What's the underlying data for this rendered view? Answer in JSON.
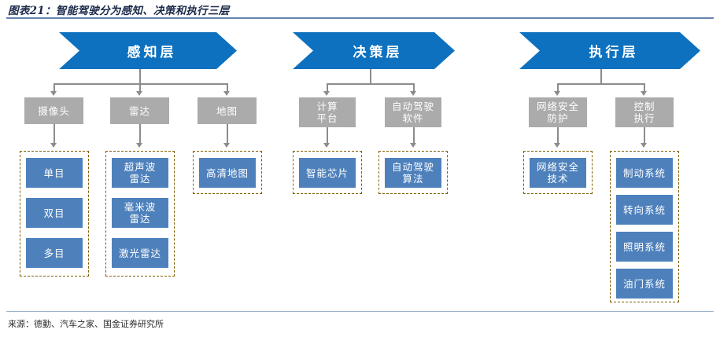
{
  "header": {
    "title": "图表21：智能驾驶分为感知、决策和执行三层"
  },
  "footer": {
    "source": "来源：德勤、汽车之家、国金证券研究所"
  },
  "colors": {
    "banner_blue": "#0d71bf",
    "mid_gray": "#ababab",
    "leaf_blue": "#4e81bc",
    "dashed_border": "#7f6000",
    "connector_gray": "#8c8c8c",
    "title_navy": "#1b2a4a"
  },
  "layers": [
    {
      "id": "perception",
      "banner": "感知层",
      "branches": [
        {
          "mid": "摄像头",
          "leaves": [
            "单目",
            "双目",
            "多目"
          ]
        },
        {
          "mid": "雷达",
          "leaves": [
            "超声波雷达",
            "毫米波雷达",
            "激光雷达"
          ]
        },
        {
          "mid": "地图",
          "leaves": [
            "高清地图"
          ]
        }
      ]
    },
    {
      "id": "decision",
      "banner": "决策层",
      "branches": [
        {
          "mid": "计算平台",
          "leaves": [
            "智能芯片"
          ]
        },
        {
          "mid": "自动驾驶软件",
          "leaves": [
            "自动驾驶算法"
          ]
        }
      ]
    },
    {
      "id": "execution",
      "banner": "执行层",
      "branches": [
        {
          "mid": "网络安全防护",
          "leaves": [
            "网络安全技术"
          ]
        },
        {
          "mid": "控制执行",
          "leaves": [
            "制动系统",
            "转向系统",
            "照明系统",
            "油门系统"
          ]
        }
      ]
    }
  ]
}
